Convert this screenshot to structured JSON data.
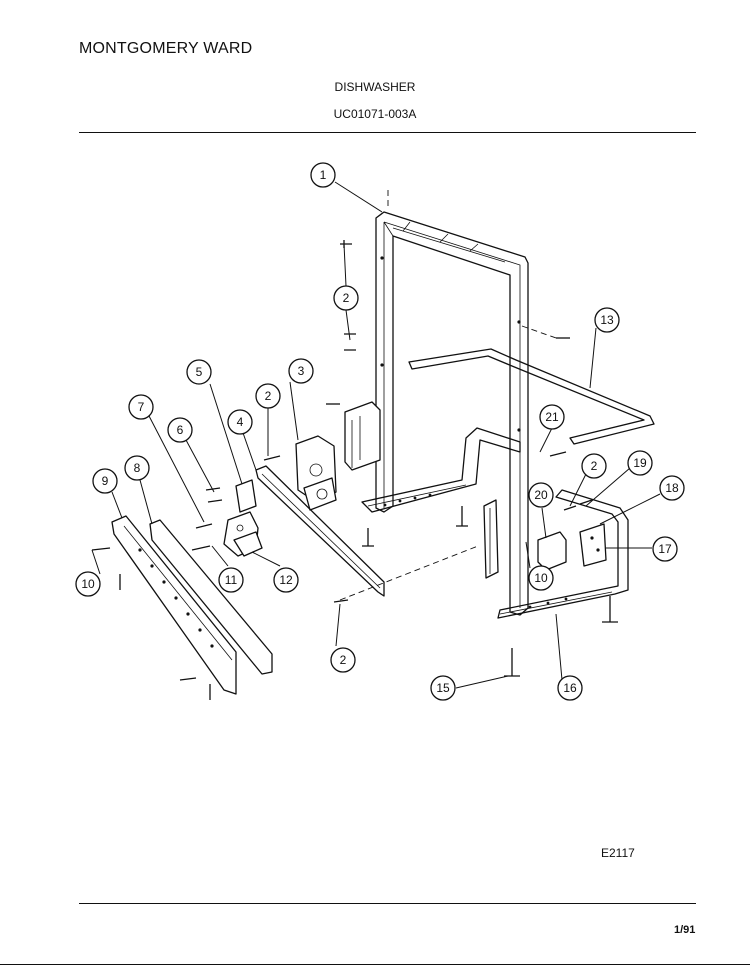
{
  "header": {
    "brand": "MONTGOMERY WARD",
    "product": "DISHWASHER",
    "model_code": "UC01071-003A"
  },
  "diagram": {
    "callouts": [
      {
        "id": "c1",
        "label": "1"
      },
      {
        "id": "c2a",
        "label": "2"
      },
      {
        "id": "c2b",
        "label": "2"
      },
      {
        "id": "c2c",
        "label": "2"
      },
      {
        "id": "c2d",
        "label": "2"
      },
      {
        "id": "c3",
        "label": "3"
      },
      {
        "id": "c4",
        "label": "4"
      },
      {
        "id": "c5",
        "label": "5"
      },
      {
        "id": "c6",
        "label": "6"
      },
      {
        "id": "c7",
        "label": "7"
      },
      {
        "id": "c8",
        "label": "8"
      },
      {
        "id": "c9",
        "label": "9"
      },
      {
        "id": "c10a",
        "label": "10"
      },
      {
        "id": "c10b",
        "label": "10"
      },
      {
        "id": "c11",
        "label": "11"
      },
      {
        "id": "c12",
        "label": "12"
      },
      {
        "id": "c13",
        "label": "13"
      },
      {
        "id": "c15",
        "label": "15"
      },
      {
        "id": "c16",
        "label": "16"
      },
      {
        "id": "c17",
        "label": "17"
      },
      {
        "id": "c18",
        "label": "18"
      },
      {
        "id": "c19",
        "label": "19"
      },
      {
        "id": "c20",
        "label": "20"
      },
      {
        "id": "c21",
        "label": "21"
      }
    ]
  },
  "footer": {
    "drawing_ref": "E2117",
    "page_date": "1/91"
  }
}
